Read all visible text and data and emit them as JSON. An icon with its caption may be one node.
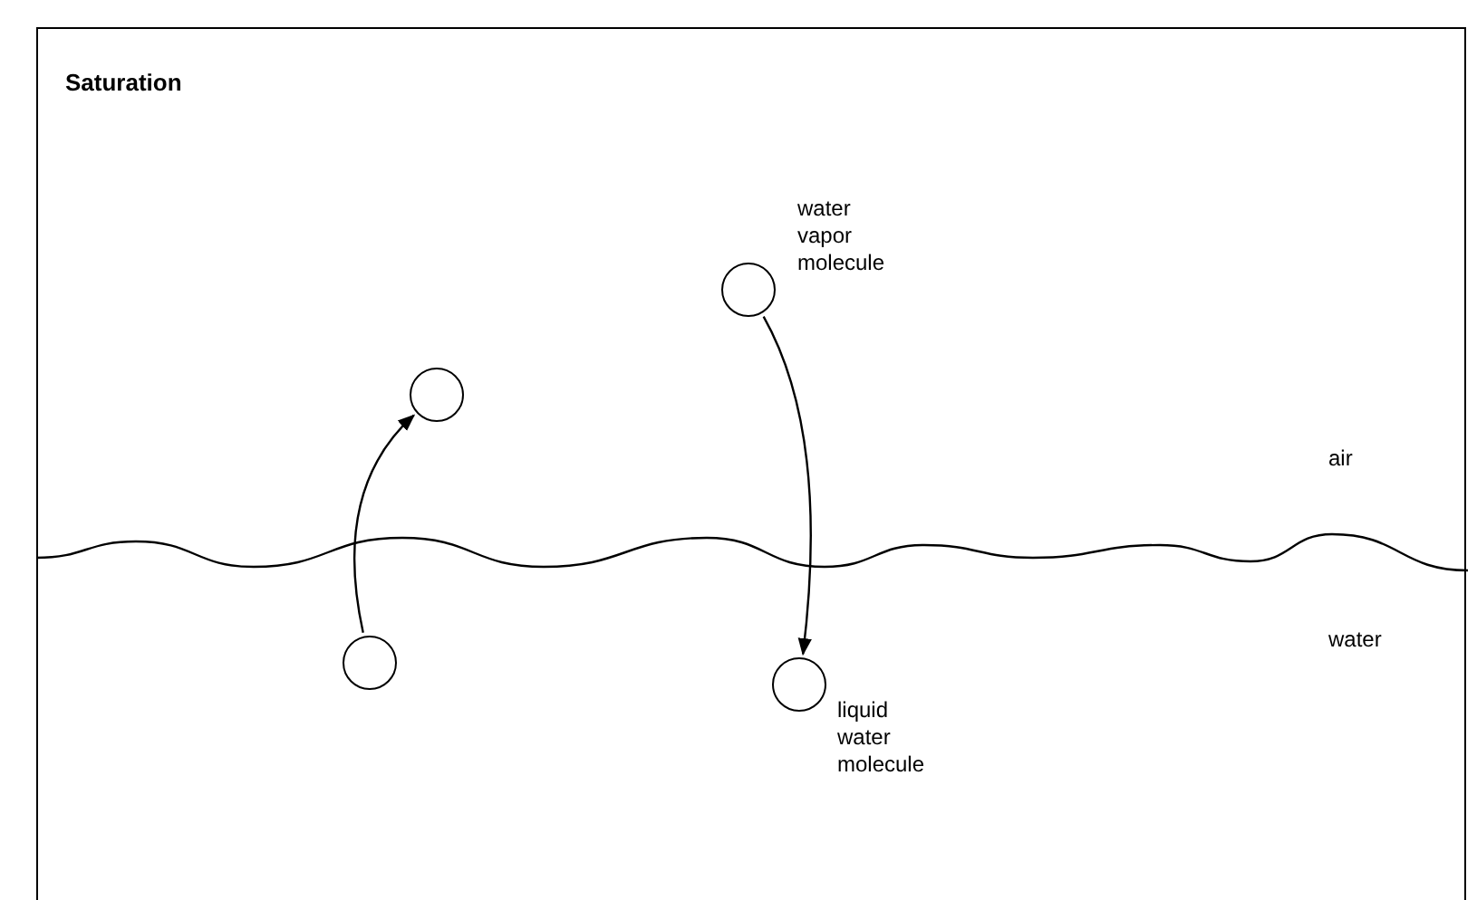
{
  "diagram": {
    "title": "Saturation",
    "nodes": [
      {
        "text": [],
        "shape": "circle",
        "beside": [
          "water vapor molecule"
        ]
      },
      {
        "text": [],
        "shape": "circle"
      },
      {
        "text": [],
        "shape": "circle"
      },
      {
        "text": [],
        "shape": "circle",
        "beside": [
          "liquid water molecule"
        ]
      }
    ],
    "edges": [
      {
        "from": 0,
        "to": 3,
        "arrow": "to"
      },
      {
        "from": 2,
        "to": 1,
        "arrow": "to"
      }
    ],
    "labels": [
      "air",
      "water"
    ]
  }
}
